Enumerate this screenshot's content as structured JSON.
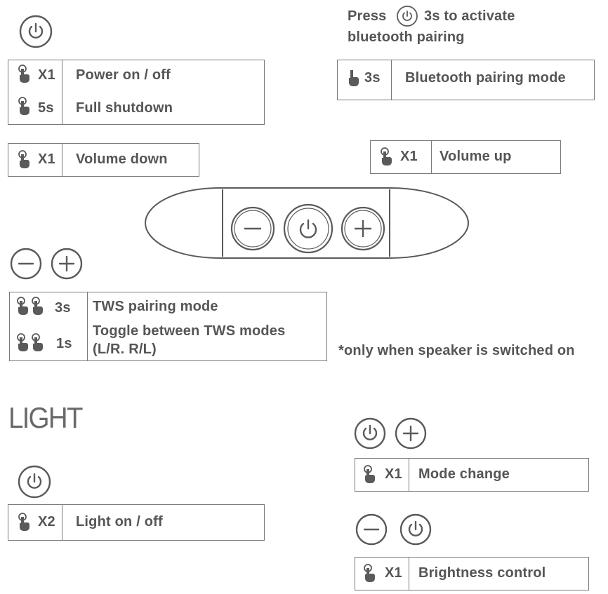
{
  "header_note": {
    "press": "Press",
    "rest": "3s to activate",
    "line2": "bluetooth pairing"
  },
  "power_box": {
    "row1_count": "X1",
    "row1_label": "Power on / off",
    "row2_count": "5s",
    "row2_label": "Full shutdown"
  },
  "bt_box": {
    "count": "3s",
    "label": "Bluetooth pairing mode"
  },
  "voldown_box": {
    "count": "X1",
    "label": "Volume down"
  },
  "volup_box": {
    "count": "X1",
    "label": "Volume up"
  },
  "tws_box": {
    "row1_count": "3s",
    "row1_label": "TWS pairing mode",
    "row2_count": "1s",
    "row2_label_line1": "Toggle between TWS modes",
    "row2_label_line2": "(L/R. R/L)"
  },
  "footnote": "*only when speaker is switched on",
  "light_heading": "LIGHT",
  "light_box": {
    "count": "X2",
    "label": "Light on / off"
  },
  "mode_box": {
    "count": "X1",
    "label": "Mode change"
  },
  "brightness_box": {
    "count": "X1",
    "label": "Brightness control"
  },
  "icons": [
    "power-icon",
    "minus-icon",
    "plus-icon",
    "finger-tap-icon"
  ],
  "colors": {
    "text": "#555555",
    "line": "#7a7a7a",
    "icon": "#5a5a5a"
  }
}
